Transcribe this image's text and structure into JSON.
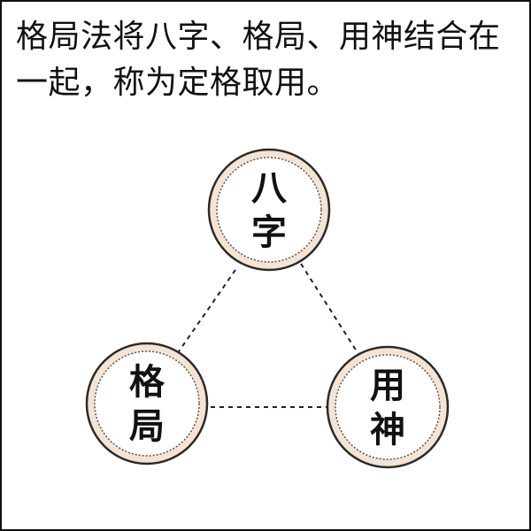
{
  "caption": "格局法将八字、格局、用神结合在一起，称为定格取用。",
  "nodes": {
    "top": {
      "line1": "八",
      "line2": "字"
    },
    "left": {
      "line1": "格",
      "line2": "局"
    },
    "right": {
      "line1": "用",
      "line2": "神"
    }
  },
  "colors": {
    "ring_fill": "#f4e4d4",
    "ring_stroke": "#2a2a2a",
    "inner_fill": "#ffffff",
    "connector": "#222222"
  }
}
